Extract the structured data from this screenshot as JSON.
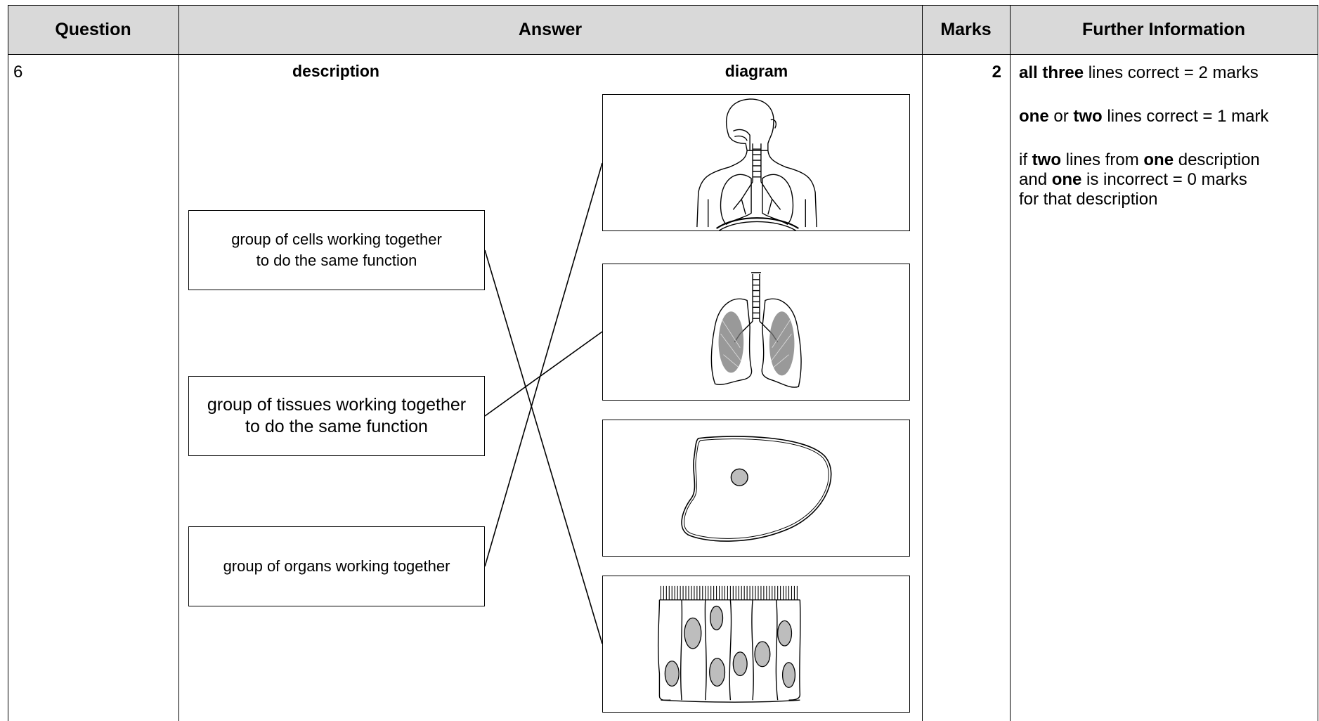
{
  "header": {
    "question": "Question",
    "answer": "Answer",
    "marks": "Marks",
    "further_information": "Further Information"
  },
  "row": {
    "question_number": "6",
    "marks": "2",
    "description_heading": "description",
    "diagram_heading": "diagram"
  },
  "descriptions": [
    "group of cells working together\nto do the same function",
    "group of tissues working together\nto do the same function",
    "group of organs working together"
  ],
  "diagrams": [
    "human-respiratory-system-icon",
    "lungs-icon",
    "single-cell-icon",
    "ciliated-epithelial-tissue-icon"
  ],
  "further_info": {
    "line1_bold": "all three",
    "line1_rest": " lines correct = 2 marks",
    "line2_bold_a": "one",
    "line2_mid": " or ",
    "line2_bold_b": "two",
    "line2_rest": " lines correct = 1 mark",
    "line3_pre": "if ",
    "line3_bold_a": "two",
    "line3_mid_a": " lines from ",
    "line3_bold_b": "one",
    "line3_mid_b": " description",
    "line3_pre2": "and ",
    "line3_bold_c": "one",
    "line3_rest": " is incorrect = 0 marks",
    "line3_tail": "for that description"
  }
}
